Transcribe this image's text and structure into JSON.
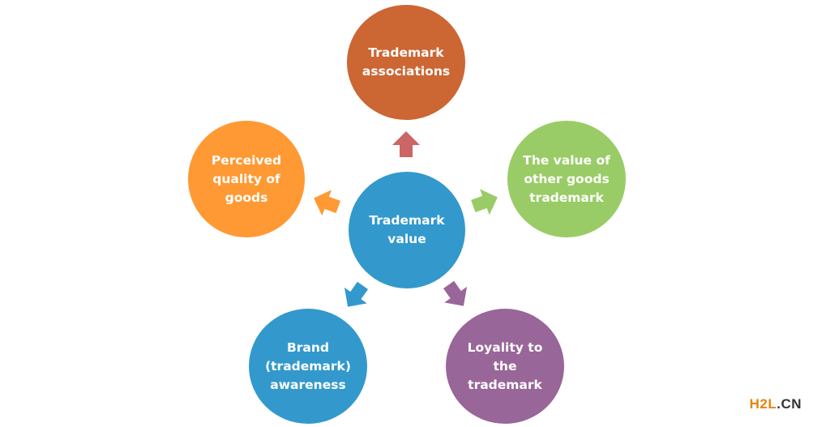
{
  "diagram": {
    "center": {
      "label": "Trademark\nvalue",
      "color": "#3399cc"
    },
    "nodes": [
      {
        "id": "associations",
        "label": "Trademark\nassociations",
        "color": "#cc6633"
      },
      {
        "id": "other-goods",
        "label": "The value of\nother goods\ntrademark",
        "color": "#99cc66"
      },
      {
        "id": "loyalty",
        "label": "Loyality to\nthe\ntrademark",
        "color": "#996699"
      },
      {
        "id": "awareness",
        "label": "Brand\n(trademark)\nawareness",
        "color": "#3399cc"
      },
      {
        "id": "quality",
        "label": "Perceived\nquality of\ngoods",
        "color": "#ff9933"
      }
    ],
    "arrows": [
      {
        "to": "associations",
        "color": "#cc6666"
      },
      {
        "to": "other-goods",
        "color": "#99cc66"
      },
      {
        "to": "loyalty",
        "color": "#996699"
      },
      {
        "to": "awareness",
        "color": "#3399cc"
      },
      {
        "to": "quality",
        "color": "#ff9933"
      }
    ]
  },
  "watermark": {
    "part1": "H2L",
    "part2": ".CN"
  }
}
